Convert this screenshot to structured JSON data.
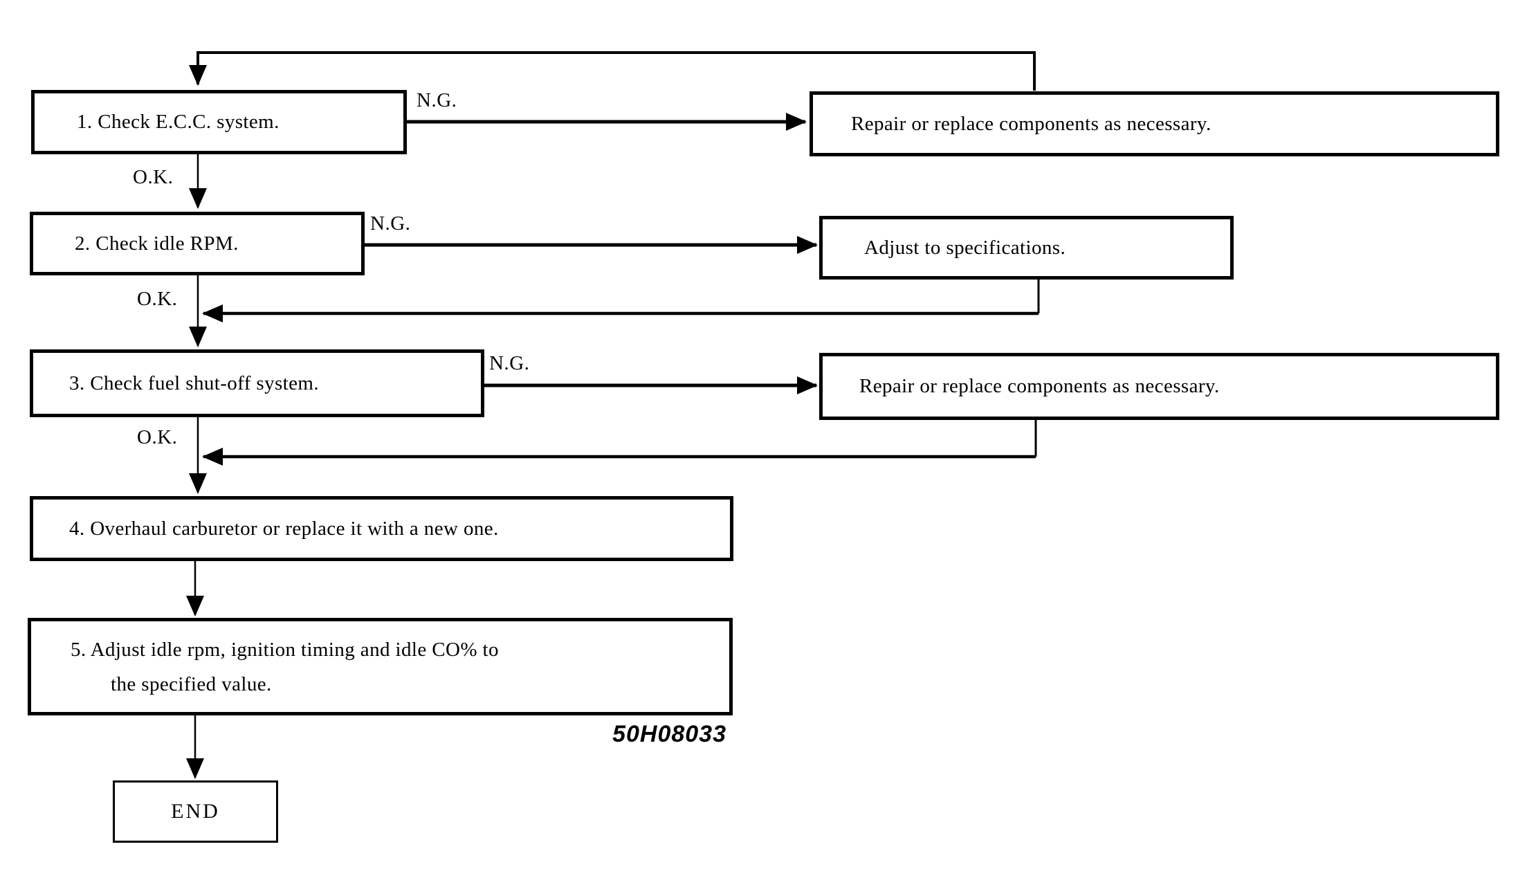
{
  "flowchart": {
    "figure_code": "50H08033",
    "labels": {
      "ng": "N.G.",
      "ok": "O.K."
    },
    "steps": [
      {
        "label": "1. Check E.C.C. system."
      },
      {
        "label": "2. Check idle RPM."
      },
      {
        "label": "3. Check fuel shut-off system."
      },
      {
        "label": "4. Overhaul carburetor or replace it with a new one."
      },
      {
        "label": "5. Adjust idle rpm, ignition timing and idle CO% to",
        "label_cont": "the specified value."
      }
    ],
    "actions": [
      {
        "label": "Repair or replace components as necessary."
      },
      {
        "label": "Adjust to specifications."
      },
      {
        "label": "Repair or replace components as necessary."
      }
    ],
    "terminal": {
      "label": "END"
    },
    "line_color": "#000000",
    "background_color": "#ffffff"
  }
}
